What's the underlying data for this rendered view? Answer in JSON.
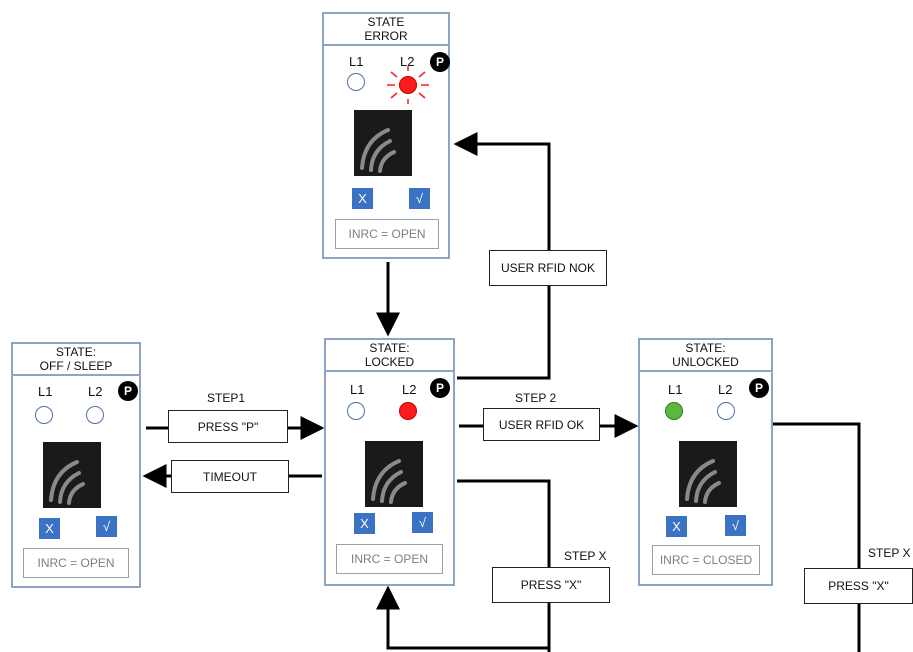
{
  "states": {
    "error": {
      "title_line1": "STATE",
      "title_line2": "ERROR",
      "l1": "L1",
      "l2": "L2",
      "p": "P",
      "x": "X",
      "check": "√",
      "inrc": "INRC = OPEN",
      "l1_color": "off",
      "l2_color": "red",
      "l2_blinking": true
    },
    "off": {
      "title_line1": "STATE:",
      "title_line2": "OFF / SLEEP",
      "l1": "L1",
      "l2": "L2",
      "p": "P",
      "x": "X",
      "check": "√",
      "inrc": "INRC = OPEN",
      "l1_color": "off",
      "l2_color": "off"
    },
    "locked": {
      "title_line1": "STATE:",
      "title_line2": "LOCKED",
      "l1": "L1",
      "l2": "L2",
      "p": "P",
      "x": "X",
      "check": "√",
      "inrc": "INRC = OPEN",
      "l1_color": "off",
      "l2_color": "red"
    },
    "unlocked": {
      "title_line1": "STATE:",
      "title_line2": "UNLOCKED",
      "l1": "L1",
      "l2": "L2",
      "p": "P",
      "x": "X",
      "check": "√",
      "inrc": "INRC = CLOSED",
      "l1_color": "green",
      "l2_color": "off"
    }
  },
  "transitions": {
    "step1_label": "STEP1",
    "press_p": "PRESS \"P\"",
    "timeout": "TIMEOUT",
    "step2_label": "STEP 2",
    "user_rfid_ok": "USER RFID OK",
    "user_rfid_nok": "USER  RFID  NOK",
    "stepx_label": "STEP X",
    "press_x": "PRESS \"X\"",
    "stepx_label_2": "STEP X",
    "press_x_2": "PRESS \"X\""
  },
  "colors": {
    "frame": "#8ea4c6",
    "led_red": "#ff1b1b",
    "led_green": "#5cb83a",
    "button_blue": "#3a72c4",
    "arrow": "#000000"
  }
}
